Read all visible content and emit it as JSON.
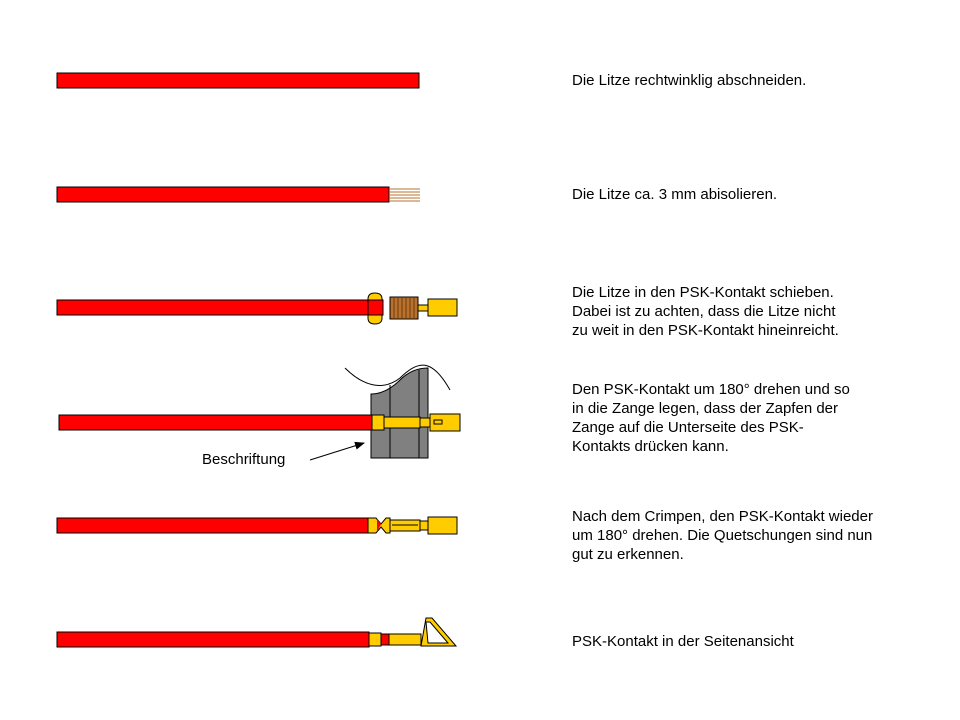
{
  "colors": {
    "wire": "#ff0000",
    "contact": "#ffcc00",
    "copper": "#b8722c",
    "tool": "#808080",
    "outline": "#000000"
  },
  "label": "Beschriftung",
  "steps": [
    {
      "lines": [
        "Die Litze rechtwinklig abschneiden."
      ]
    },
    {
      "lines": [
        "Die Litze ca. 3 mm abisolieren."
      ]
    },
    {
      "lines": [
        "Die Litze in den PSK-Kontakt schieben.",
        "Dabei ist zu achten, dass die Litze nicht",
        "zu weit in den PSK-Kontakt hineinreicht."
      ]
    },
    {
      "lines": [
        "Den PSK-Kontakt um 180° drehen und so",
        "in die Zange legen, dass der Zapfen der",
        "Zange auf die Unterseite des PSK-",
        "Kontakts drücken kann."
      ]
    },
    {
      "lines": [
        "Nach dem Crimpen, den PSK-Kontakt wieder",
        "um 180° drehen. Die Quetschungen sind nun",
        "gut zu erkennen."
      ]
    },
    {
      "lines": [
        "PSK-Kontakt in der Seitenansicht"
      ]
    }
  ]
}
